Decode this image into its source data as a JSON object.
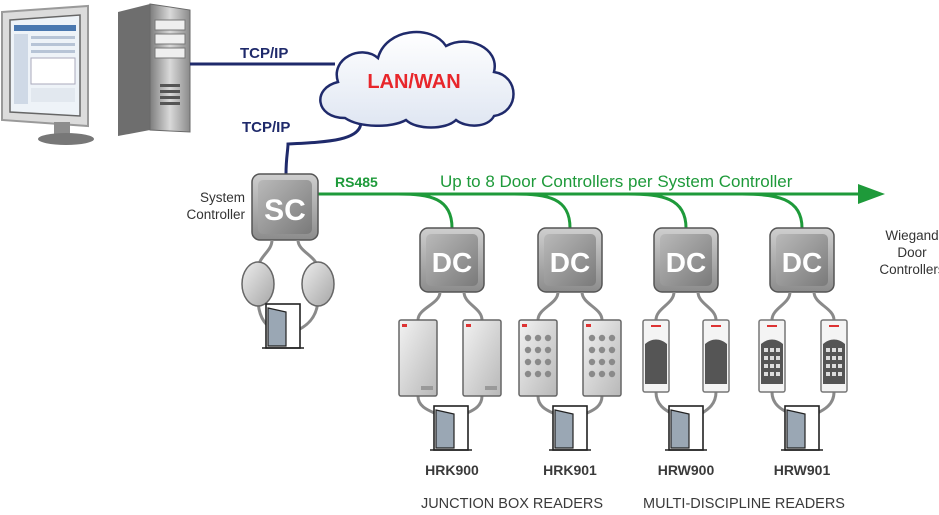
{
  "network": {
    "cloud_label": "LAN/WAN",
    "tcpip_top": "TCP/IP",
    "tcpip_side": "TCP/IP",
    "rs485": "RS485",
    "bus_caption": "Up to 8 Door Controllers per System Controller"
  },
  "system_controller": {
    "box_label": "SC",
    "caption_line1": "System",
    "caption_line2": "Controller"
  },
  "door_controllers": [
    {
      "box_label": "DC",
      "model": "HRK900",
      "reader_type": "prox"
    },
    {
      "box_label": "DC",
      "model": "HRK901",
      "reader_type": "keypad"
    },
    {
      "box_label": "DC",
      "model": "HRW900",
      "reader_type": "wall"
    },
    {
      "box_label": "DC",
      "model": "HRW901",
      "reader_type": "wall-keypad"
    }
  ],
  "wiegand_caption": [
    "Wiegand",
    "Door",
    "Controllers"
  ],
  "groups": {
    "junction": "JUNCTION BOX READERS",
    "multi": "MULTI-DISCIPLINE READERS"
  },
  "colors": {
    "network_blue": "#1f2a6b",
    "bus_green": "#1e9a3a",
    "cloud_text_red": "#e8262b"
  }
}
